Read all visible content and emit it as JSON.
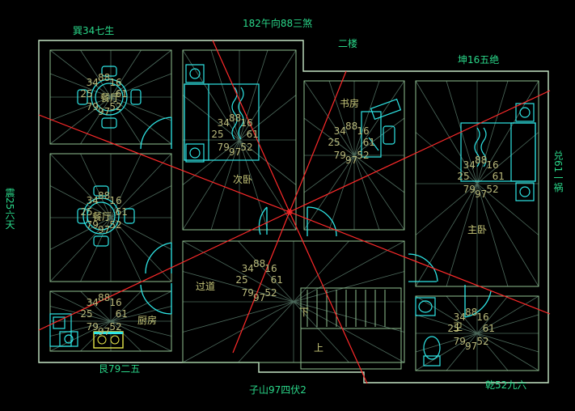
{
  "plan": {
    "title_top": "182午向88三煞",
    "floor_label": "二楼",
    "dir_nw": "巽34七生",
    "dir_ne": "坤16五绝",
    "dir_w": "震25六天",
    "dir_e": "兑61一祸",
    "dir_sw": "艮79二五",
    "dir_s": "子山97四伏2",
    "dir_se": "乾52九六",
    "rooms": {
      "dining1": "餐厅",
      "dining2": "餐厅",
      "bedroom2": "次卧",
      "study": "书房",
      "master": "主卧",
      "corridor": "过道",
      "kitchen": "厨房",
      "bath": "卫",
      "stair_down": "下",
      "stair_up": "上"
    },
    "numbers": [
      "34",
      "88",
      "16",
      "25",
      "61",
      "79",
      "97",
      "52"
    ]
  },
  "colors": {
    "background": "#000000",
    "wall": "#c6e6c6",
    "furniture": "#2ee6e6",
    "label_green": "#2ad88a",
    "text_yellow": "#c9c97a",
    "axis_red": "#ff2a2a"
  }
}
